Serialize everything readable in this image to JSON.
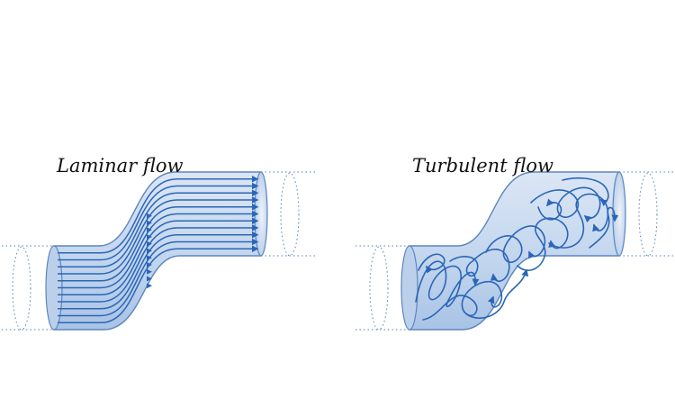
{
  "panels": [
    {
      "id": "laminar",
      "title": "Laminar flow"
    },
    {
      "id": "turbulent",
      "title": "Turbulent flow"
    }
  ],
  "colors": {
    "tube_fill": "#c7d8ef",
    "tube_fill_dark": "#a6c0e4",
    "tube_edge": "#5c86bf",
    "streamline": "#2a66b8",
    "guide_dotted": "#4f7fc0",
    "background": "#ffffff"
  },
  "icons": {
    "arrow": "arrowhead-right"
  }
}
